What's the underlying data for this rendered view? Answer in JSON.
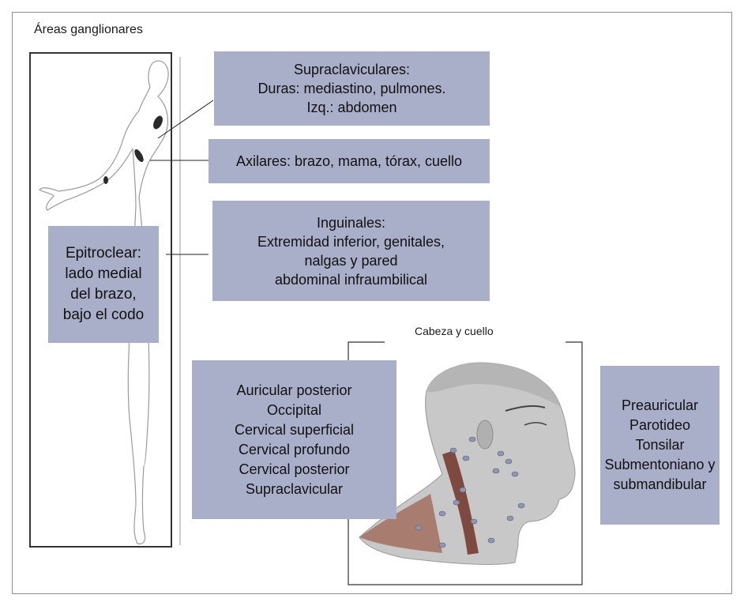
{
  "title": "Áreas ganglionares",
  "caption": "Cabeza y cuello",
  "colors": {
    "box_fill": "#a9aec9",
    "node_fill": "#2a2a2a",
    "frame": "#8c8c8c"
  },
  "labels": {
    "supraclaviculares": [
      "Supraclaviculares:",
      "Duras: mediastino, pulmones.",
      "Izq.: abdomen"
    ],
    "axilares": [
      "Axilares: brazo, mama, tórax, cuello"
    ],
    "inguinales": [
      "Inguinales:",
      "Extremidad inferior, genitales,",
      "nalgas y pared",
      "abdominal infraumbilical"
    ],
    "epitroclear": [
      "Epitroclear:",
      "lado medial",
      "del brazo,",
      "bajo el codo"
    ],
    "cervical": [
      "Auricular posterior",
      "Occipital",
      "Cervical superficial",
      "Cervical profundo",
      "Cervical posterior",
      "Supraclavicular"
    ],
    "facial": [
      "Preauricular",
      "Parotideo",
      "Tonsilar",
      "Submentoniano y",
      "submandibular"
    ]
  }
}
